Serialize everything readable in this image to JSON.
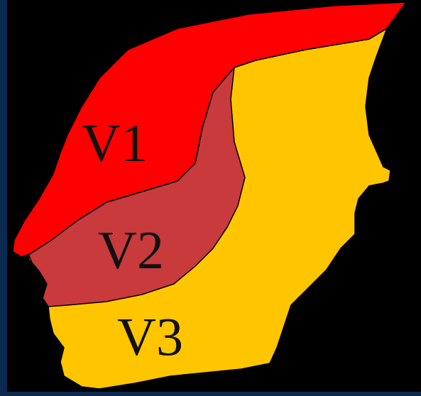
{
  "diagram": {
    "labels": [
      "V1",
      "V2",
      "V3"
    ]
  }
}
